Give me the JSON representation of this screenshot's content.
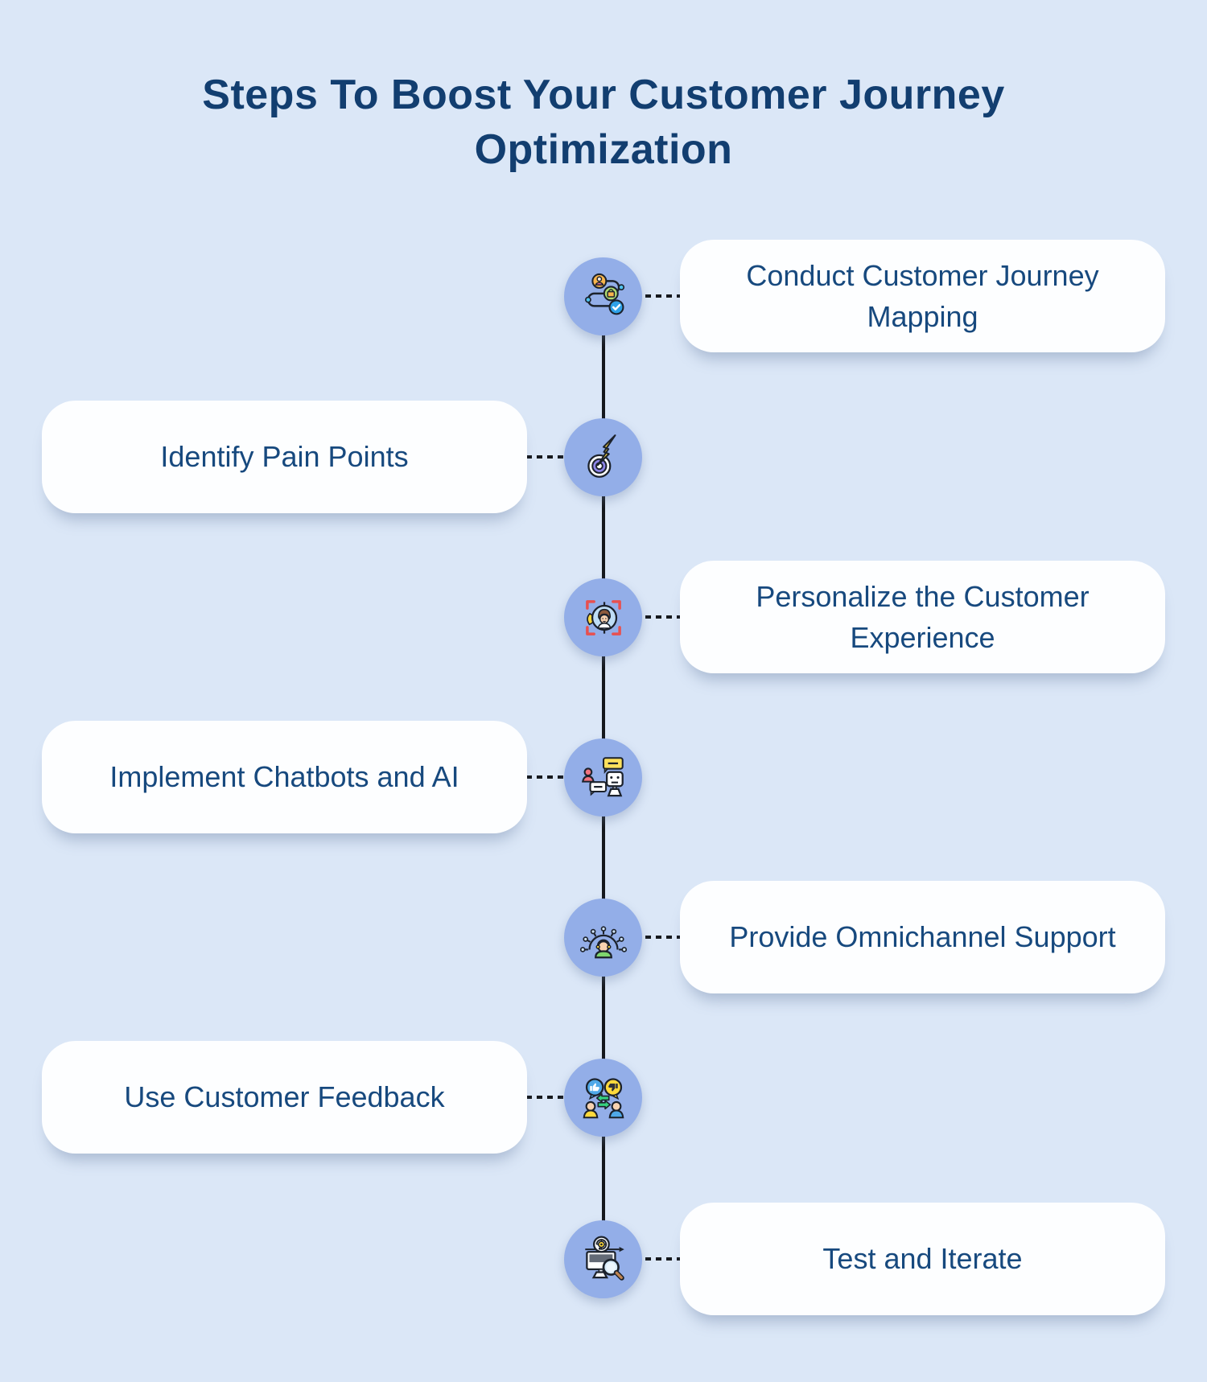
{
  "title": "Steps To Boost Your Customer Journey Optimization",
  "colors": {
    "background": "#dbe7f7",
    "card": "#fdfeff",
    "circle": "#93aee8",
    "title_text": "#123e70",
    "step_text": "#17497e",
    "line": "#15181d"
  },
  "steps": [
    {
      "label": "Conduct Customer Journey Mapping",
      "side": "right",
      "icon": "customer-journey-map-icon"
    },
    {
      "label": "Identify Pain Points",
      "side": "left",
      "icon": "pain-point-target-icon"
    },
    {
      "label": "Personalize the Customer Experience",
      "side": "right",
      "icon": "personalization-icon"
    },
    {
      "label": "Implement Chatbots and AI",
      "side": "left",
      "icon": "chatbot-ai-icon"
    },
    {
      "label": "Provide Omnichannel Support",
      "side": "right",
      "icon": "omnichannel-support-icon"
    },
    {
      "label": "Use Customer Feedback",
      "side": "left",
      "icon": "customer-feedback-icon"
    },
    {
      "label": "Test and Iterate",
      "side": "right",
      "icon": "test-iterate-icon"
    }
  ]
}
